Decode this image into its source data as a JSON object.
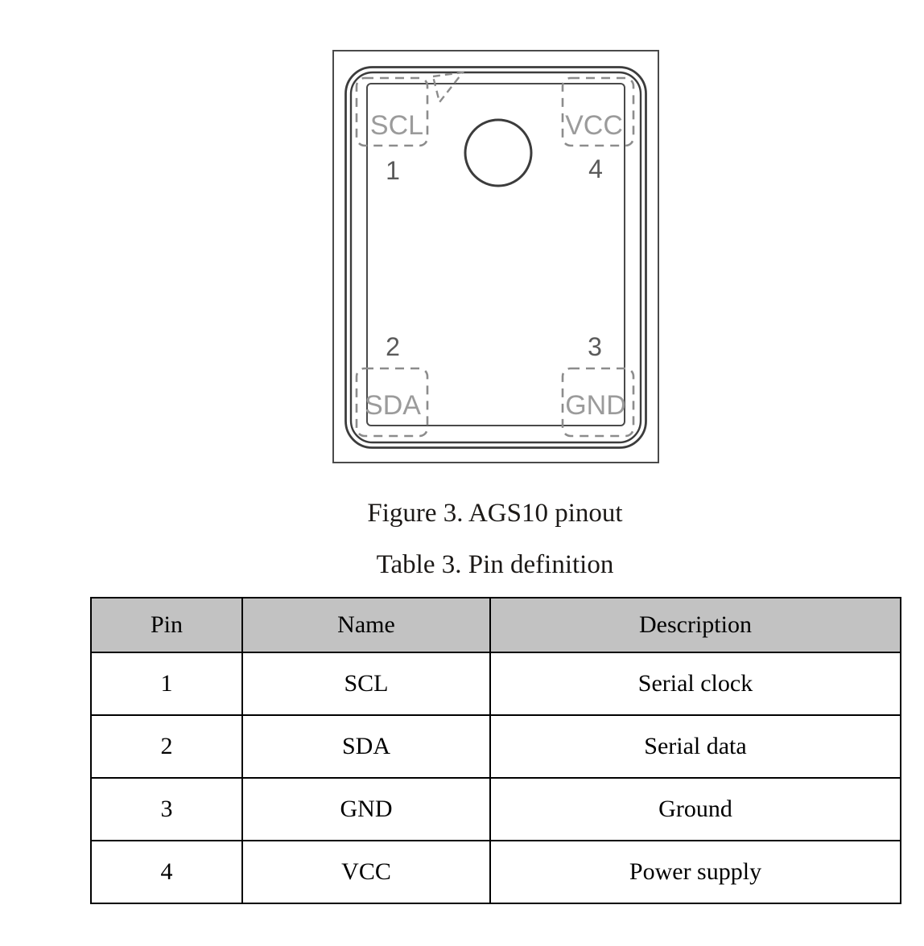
{
  "figure": {
    "caption": "Figure 3. AGS10 pinout",
    "pins": [
      {
        "number": "1",
        "name": "SCL",
        "position": "top-left"
      },
      {
        "number": "2",
        "name": "SDA",
        "position": "bottom-left"
      },
      {
        "number": "3",
        "name": "GND",
        "position": "bottom-right"
      },
      {
        "number": "4",
        "name": "VCC",
        "position": "top-right"
      }
    ]
  },
  "pin_table": {
    "caption": "Table 3. Pin definition",
    "headers": [
      "Pin",
      "Name",
      "Description"
    ],
    "rows": [
      {
        "pin": "1",
        "name": "SCL",
        "description": "Serial clock"
      },
      {
        "pin": "2",
        "name": "SDA",
        "description": "Serial data"
      },
      {
        "pin": "3",
        "name": "GND",
        "description": "Ground"
      },
      {
        "pin": "4",
        "name": "VCC",
        "description": "Power supply"
      }
    ]
  },
  "colors": {
    "diagram_line": "#3c3c3c",
    "pad_dash": "#8c8c8c",
    "pad_label_text": "#9b9b9b",
    "pin_number_text": "#5a5a5a",
    "table_header_bg": "#c2c2c2",
    "table_border": "#000000",
    "text": "#1c1917"
  }
}
